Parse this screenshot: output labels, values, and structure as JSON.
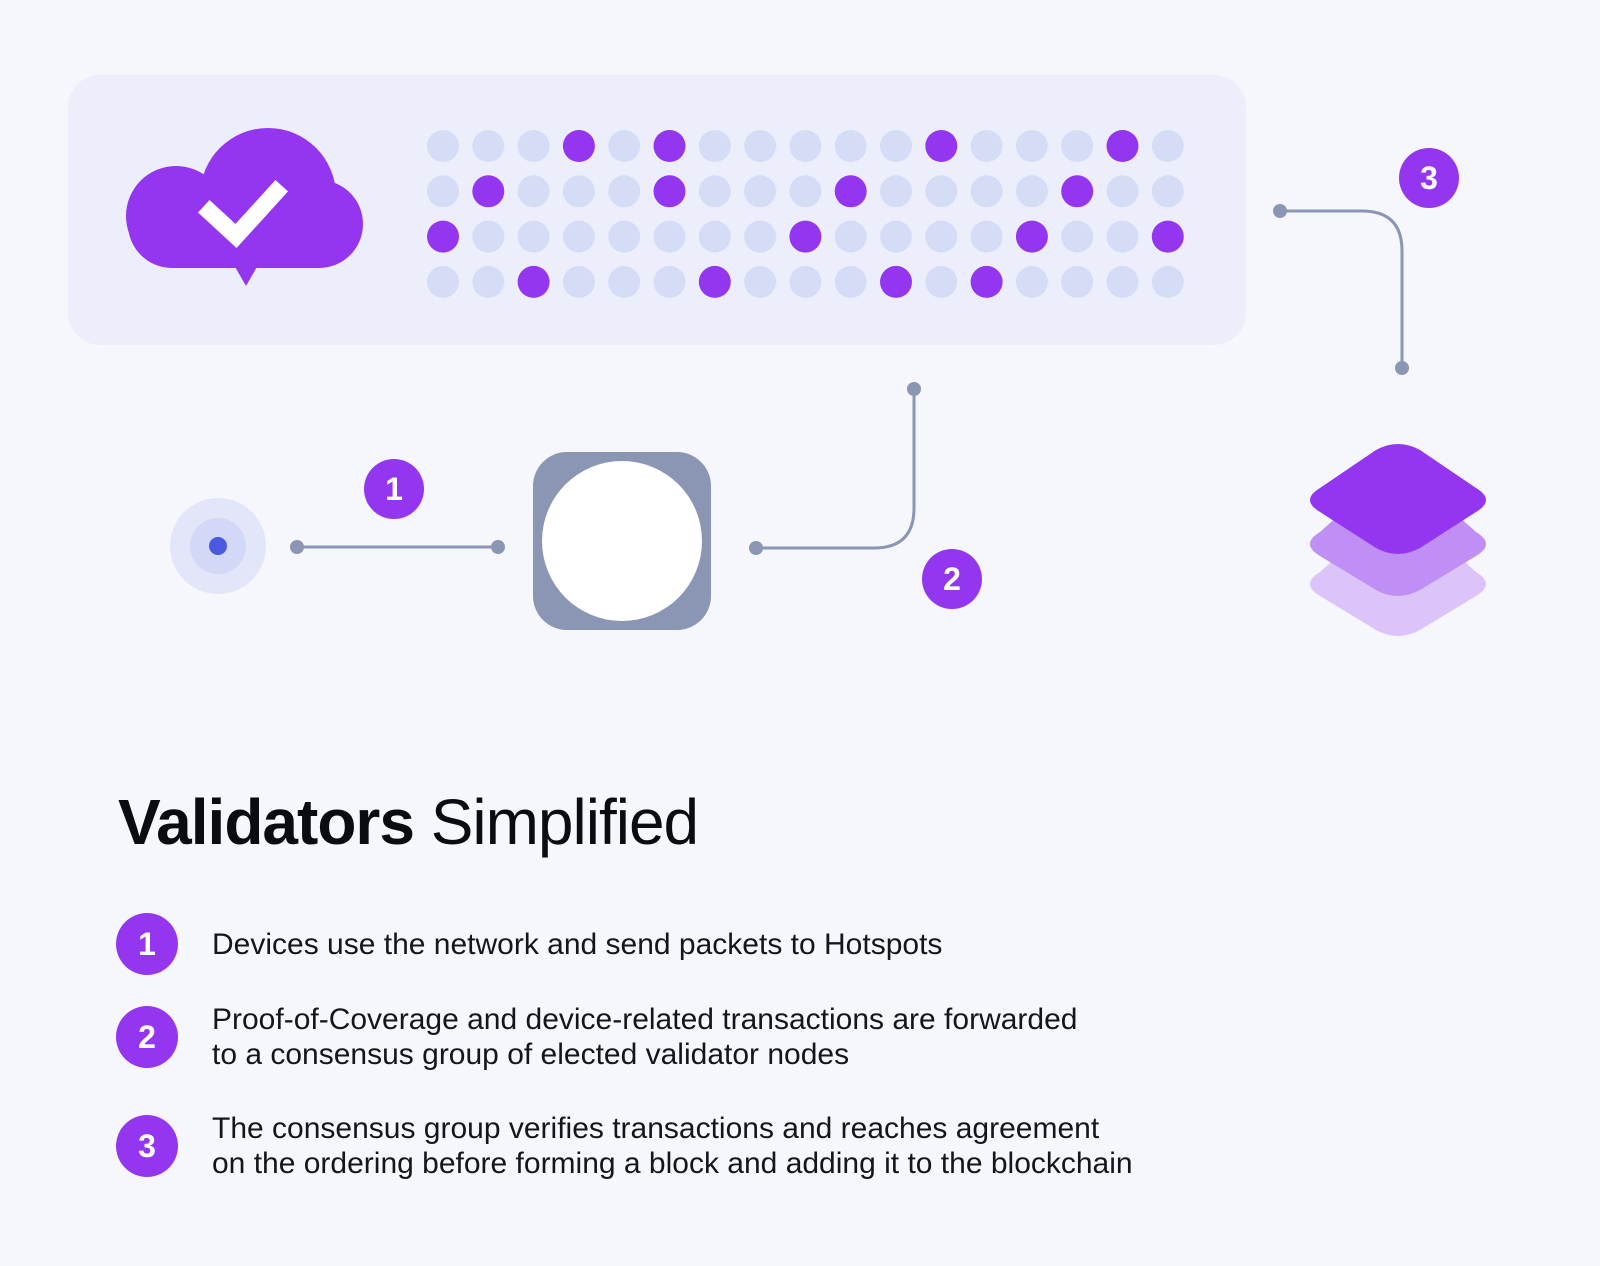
{
  "title": {
    "bold": "Validators",
    "light": "Simplified"
  },
  "diagram": {
    "markers": [
      "1",
      "2",
      "3"
    ]
  },
  "steps": [
    {
      "number": "1",
      "text": "Devices use the network and send packets to Hotspots"
    },
    {
      "number": "2",
      "text": "Proof-of-Coverage and device-related transactions are forwarded\nto a consensus group of elected validator nodes"
    },
    {
      "number": "3",
      "text": "The consensus group verifies transactions and reaches agreement\non the ordering before forming a block and adding it to the blockchain"
    }
  ],
  "colors": {
    "accent": "#9436f0",
    "dot_inactive": "#d5dcf5",
    "connector": "#8b96b4",
    "panel": "#eceffb",
    "device": "#4a5ae0"
  },
  "icons": [
    "cloud-check-icon",
    "device-icon",
    "hotspot-icon",
    "block-stack-icon"
  ],
  "dot_matrix": {
    "rows": [
      [
        0,
        0,
        0,
        1,
        0,
        1,
        0,
        0,
        0,
        0,
        0,
        1,
        0,
        0,
        0,
        1,
        0
      ],
      [
        0,
        1,
        0,
        0,
        0,
        1,
        0,
        0,
        0,
        1,
        0,
        0,
        0,
        0,
        1,
        0,
        0
      ],
      [
        1,
        0,
        0,
        0,
        0,
        0,
        0,
        0,
        1,
        0,
        0,
        0,
        0,
        1,
        0,
        0,
        1
      ],
      [
        0,
        0,
        1,
        0,
        0,
        0,
        1,
        0,
        0,
        0,
        1,
        0,
        1,
        0,
        0,
        0,
        0
      ]
    ]
  }
}
